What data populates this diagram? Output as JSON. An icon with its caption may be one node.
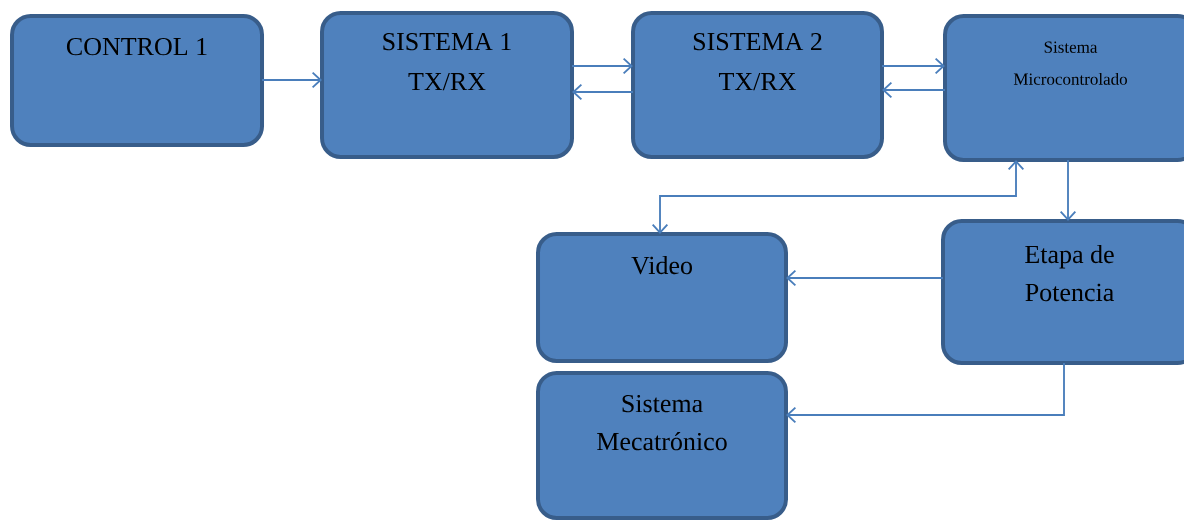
{
  "diagram": {
    "nodes": [
      {
        "text": [
          "CONTROL 1"
        ]
      },
      {
        "text": [
          "SISTEMA 1 TX/RX"
        ]
      },
      {
        "text": [
          "SISTEMA 2 TX/RX"
        ]
      },
      {
        "text": [
          "Sistema Microcontrolado"
        ]
      },
      {
        "text": [
          "Etapa de Potencia"
        ]
      },
      {
        "text": [
          "Video"
        ]
      },
      {
        "text": [
          "Sistema Mecatrónico"
        ]
      }
    ],
    "edges": [
      {
        "from": 0,
        "to": 1,
        "arrow": "to"
      },
      {
        "from": 1,
        "to": 2,
        "arrow": "to"
      },
      {
        "from": 2,
        "to": 1,
        "arrow": "to"
      },
      {
        "from": 2,
        "to": 3,
        "arrow": "to"
      },
      {
        "from": 3,
        "to": 2,
        "arrow": "to"
      },
      {
        "from": 3,
        "to": 5,
        "arrow": "both"
      },
      {
        "from": 3,
        "to": 4,
        "arrow": "to"
      },
      {
        "from": 4,
        "to": 5,
        "arrow": "to"
      },
      {
        "from": 4,
        "to": 6,
        "arrow": "to"
      }
    ]
  }
}
